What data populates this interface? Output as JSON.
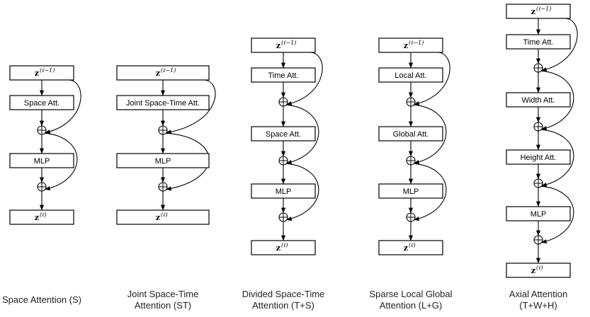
{
  "columns": [
    {
      "caption": [
        "Space Attention (S)"
      ],
      "nodes": [
        {
          "type": "z",
          "base": "z",
          "sup": "(ℓ−1)"
        },
        {
          "type": "box",
          "label": "Space Att."
        },
        {
          "type": "sum"
        },
        {
          "type": "box",
          "label": "MLP"
        },
        {
          "type": "sum"
        },
        {
          "type": "z",
          "base": "z",
          "sup": "(ℓ)"
        }
      ]
    },
    {
      "caption": [
        "Joint Space-Time",
        "Attention (ST)"
      ],
      "nodes": [
        {
          "type": "z",
          "base": "z",
          "sup": "(ℓ−1)"
        },
        {
          "type": "box",
          "label": "Joint Space-Time Att."
        },
        {
          "type": "sum"
        },
        {
          "type": "box",
          "label": "MLP"
        },
        {
          "type": "sum"
        },
        {
          "type": "z",
          "base": "z",
          "sup": "(ℓ)"
        }
      ]
    },
    {
      "caption": [
        "Divided Space-Time",
        "Attention (T+S)"
      ],
      "nodes": [
        {
          "type": "z",
          "base": "z",
          "sup": "(ℓ−1)"
        },
        {
          "type": "box",
          "label": "Time Att."
        },
        {
          "type": "sum"
        },
        {
          "type": "box",
          "label": "Space Att."
        },
        {
          "type": "sum"
        },
        {
          "type": "box",
          "label": "MLP"
        },
        {
          "type": "sum"
        },
        {
          "type": "z",
          "base": "z",
          "sup": "(ℓ)"
        }
      ]
    },
    {
      "caption": [
        "Sparse Local Global",
        "Attention (L+G)"
      ],
      "nodes": [
        {
          "type": "z",
          "base": "z",
          "sup": "(ℓ−1)"
        },
        {
          "type": "box",
          "label": "Local Att."
        },
        {
          "type": "sum"
        },
        {
          "type": "box",
          "label": "Global Att."
        },
        {
          "type": "sum"
        },
        {
          "type": "box",
          "label": "MLP"
        },
        {
          "type": "sum"
        },
        {
          "type": "z",
          "base": "z",
          "sup": "(ℓ)"
        }
      ]
    },
    {
      "caption": [
        "Axial Attention",
        "(T+W+H)"
      ],
      "nodes": [
        {
          "type": "z",
          "base": "z",
          "sup": "(ℓ−1)"
        },
        {
          "type": "box",
          "label": "Time Att."
        },
        {
          "type": "sum"
        },
        {
          "type": "box",
          "label": "Width Att."
        },
        {
          "type": "sum"
        },
        {
          "type": "box",
          "label": "Height Att."
        },
        {
          "type": "sum"
        },
        {
          "type": "box",
          "label": "MLP"
        },
        {
          "type": "sum"
        },
        {
          "type": "z",
          "base": "z",
          "sup": "(ℓ)"
        }
      ]
    }
  ]
}
